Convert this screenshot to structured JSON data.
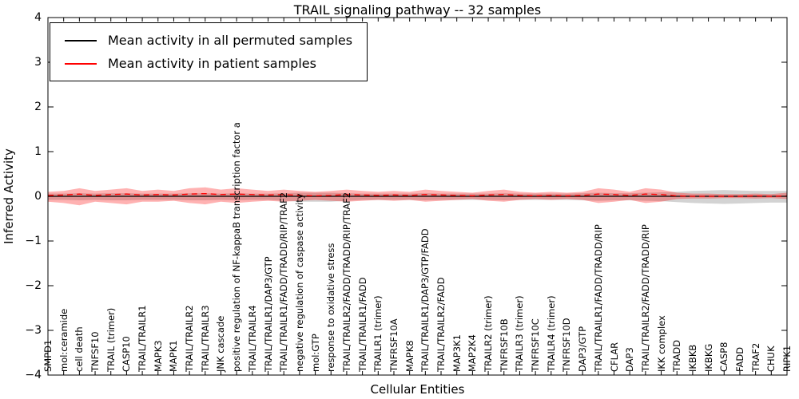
{
  "chart_data": {
    "type": "line",
    "title": "TRAIL signaling pathway -- 32 samples",
    "xlabel": "Cellular Entities",
    "ylabel": "Inferred Activity",
    "ylim": [
      -4,
      4
    ],
    "yticks": [
      4,
      3,
      2,
      1,
      0,
      -1,
      -2,
      -3,
      -4
    ],
    "grid": false,
    "legend_position": "upper left",
    "categories": [
      "SMPD1",
      "mol:ceramide",
      "cell death",
      "TNFSF10",
      "TRAIL (trimer)",
      "CASP10",
      "TRAIL/TRAILR1",
      "MAPK3",
      "MAPK1",
      "TRAIL/TRAILR2",
      "TRAIL/TRAILR3",
      "JNK cascade",
      "positive regulation of NF-kappaB transcription factor a",
      "TRAIL/TRAILR4",
      "TRAIL/TRAILR1/DAP3/GTP",
      "TRAIL/TRAILR1/FADD/TRADD/RIP/TRAF2",
      "negative regulation of caspase activity",
      "mol:GTP",
      "response to oxidative stress",
      "TRAIL/TRAILR2/FADD/TRADD/RIP/TRAF2",
      "TRAIL/TRAILR1/FADD",
      "TRAILR1 (trimer)",
      "TNFRSF10A",
      "MAPK8",
      "TRAIL/TRAILR1/DAP3/GTP/FADD",
      "TRAIL/TRAILR2/FADD",
      "MAP3K1",
      "MAP2K4",
      "TRAILR2 (trimer)",
      "TNFRSF10B",
      "TRAILR3 (trimer)",
      "TNFRSF10C",
      "TRAILR4 (trimer)",
      "TNFRSF10D",
      "DAP3/GTP",
      "TRAIL/TRAILR1/FADD/TRADD/RIP",
      "CFLAR",
      "DAP3",
      "TRAIL/TRAILR2/FADD/TRADD/RIP",
      "IKK complex",
      "TRADD",
      "IKBKB",
      "IKBKG",
      "CASP8",
      "FADD",
      "TRAF2",
      "CHUK",
      "RIPK1"
    ],
    "series": [
      {
        "name": "Mean activity in all permuted samples",
        "color": "#000000",
        "style": "solid",
        "values": [
          0,
          0,
          0,
          0,
          0,
          0,
          0,
          0,
          0,
          0,
          0,
          0,
          0,
          0,
          0,
          0,
          0,
          0,
          0,
          0,
          0,
          0,
          0,
          0,
          0,
          0,
          0,
          0,
          0,
          0,
          0,
          0,
          0,
          0,
          0,
          0,
          0,
          0,
          0,
          0,
          0,
          0,
          0,
          0,
          0,
          0,
          0,
          0
        ]
      },
      {
        "name": "Mean activity in patient samples",
        "color": "#ff0000",
        "style": "dashed",
        "values": [
          0.02,
          0.03,
          0.05,
          0.02,
          0.04,
          0.05,
          0.03,
          0.04,
          0.03,
          0.05,
          0.06,
          0.04,
          0.05,
          0.04,
          0.03,
          0.04,
          0.02,
          0.01,
          0.02,
          0.04,
          0.03,
          0.02,
          0.03,
          0.02,
          0.04,
          0.03,
          0.02,
          0.01,
          0.03,
          0.04,
          0.02,
          0.01,
          0.02,
          0.01,
          0.02,
          0.05,
          0.04,
          0.02,
          0.05,
          0.04,
          0.01,
          0,
          0,
          0,
          0,
          0.01,
          0,
          0.01
        ]
      }
    ],
    "bands": [
      {
        "name": "permuted-samples-range",
        "color": "rgba(128,128,128,0.35)",
        "upper": [
          0.06,
          0.06,
          0.07,
          0.06,
          0.07,
          0.07,
          0.06,
          0.06,
          0.06,
          0.07,
          0.07,
          0.06,
          0.07,
          0.06,
          0.06,
          0.07,
          0.08,
          0.08,
          0.08,
          0.07,
          0.06,
          0.06,
          0.06,
          0.06,
          0.07,
          0.06,
          0.06,
          0.06,
          0.06,
          0.07,
          0.06,
          0.06,
          0.06,
          0.06,
          0.07,
          0.08,
          0.07,
          0.07,
          0.08,
          0.09,
          0.1,
          0.12,
          0.13,
          0.14,
          0.13,
          0.12,
          0.12,
          0.12
        ],
        "lower": [
          -0.08,
          -0.08,
          -0.09,
          -0.08,
          -0.09,
          -0.09,
          -0.08,
          -0.08,
          -0.08,
          -0.09,
          -0.09,
          -0.08,
          -0.09,
          -0.08,
          -0.08,
          -0.1,
          -0.12,
          -0.12,
          -0.12,
          -0.1,
          -0.08,
          -0.08,
          -0.08,
          -0.08,
          -0.09,
          -0.08,
          -0.08,
          -0.08,
          -0.08,
          -0.09,
          -0.08,
          -0.08,
          -0.08,
          -0.08,
          -0.09,
          -0.1,
          -0.09,
          -0.09,
          -0.1,
          -0.11,
          -0.13,
          -0.15,
          -0.16,
          -0.17,
          -0.16,
          -0.15,
          -0.14,
          -0.14
        ]
      },
      {
        "name": "patient-samples-range",
        "color": "rgba(255,0,0,0.30)",
        "upper": [
          0.1,
          0.12,
          0.18,
          0.12,
          0.15,
          0.18,
          0.12,
          0.15,
          0.12,
          0.18,
          0.2,
          0.15,
          0.18,
          0.15,
          0.12,
          0.15,
          0.12,
          0.1,
          0.12,
          0.15,
          0.12,
          0.1,
          0.12,
          0.1,
          0.15,
          0.12,
          0.1,
          0.08,
          0.12,
          0.15,
          0.1,
          0.08,
          0.1,
          0.08,
          0.1,
          0.18,
          0.15,
          0.1,
          0.18,
          0.15,
          0.08,
          0.06,
          0.06,
          0.05,
          0.05,
          0.06,
          0.05,
          0.08
        ],
        "lower": [
          -0.12,
          -0.15,
          -0.2,
          -0.12,
          -0.15,
          -0.18,
          -0.12,
          -0.12,
          -0.1,
          -0.15,
          -0.18,
          -0.12,
          -0.15,
          -0.12,
          -0.1,
          -0.12,
          -0.1,
          -0.08,
          -0.1,
          -0.12,
          -0.1,
          -0.08,
          -0.1,
          -0.08,
          -0.12,
          -0.1,
          -0.08,
          -0.06,
          -0.1,
          -0.12,
          -0.08,
          -0.06,
          -0.08,
          -0.06,
          -0.08,
          -0.15,
          -0.12,
          -0.08,
          -0.15,
          -0.12,
          -0.06,
          -0.05,
          -0.05,
          -0.04,
          -0.04,
          -0.05,
          -0.04,
          -0.06
        ]
      }
    ]
  }
}
